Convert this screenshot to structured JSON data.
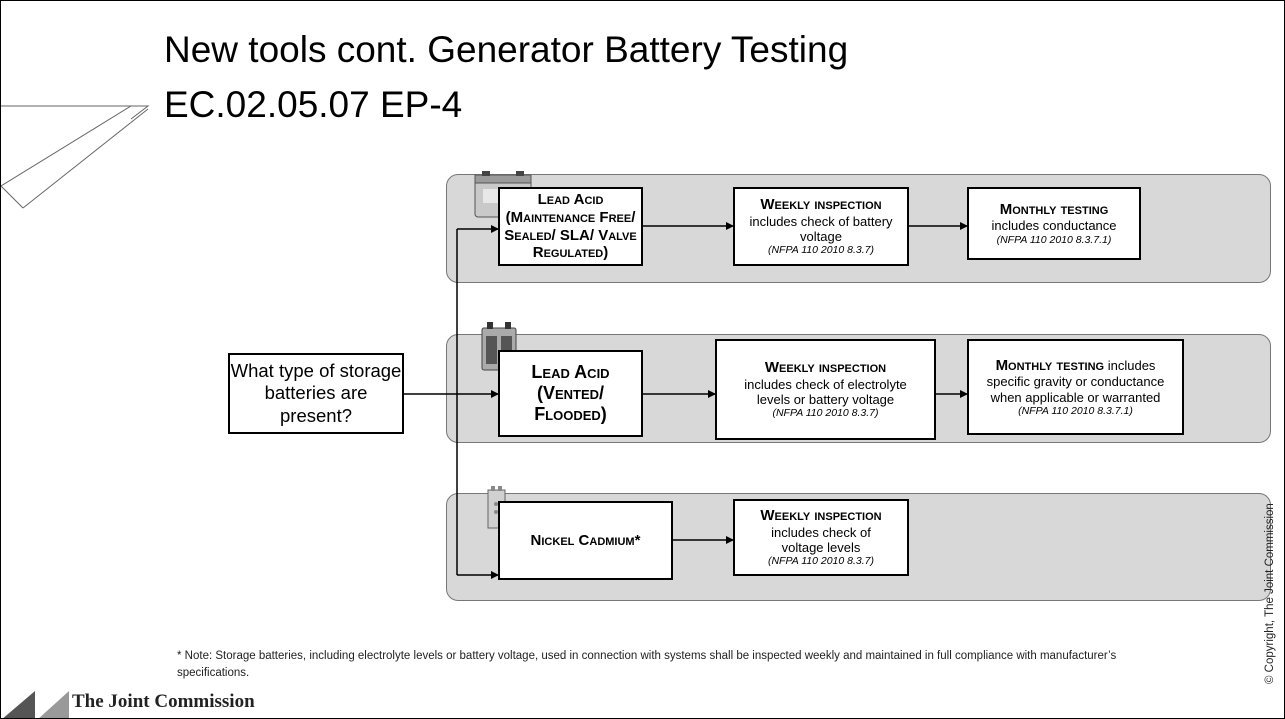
{
  "title": {
    "line1": "New tools cont. Generator Battery Testing",
    "line2": "EC.02.05.07 EP-4"
  },
  "question": {
    "text": "What type of storage batteries are present?"
  },
  "rows": [
    {
      "battery_type": "Lead Acid (Maintenance Free/ Sealed/ SLA/ Valve Regulated)",
      "weekly": {
        "heading": "Weekly inspection",
        "body": "includes check of battery voltage",
        "ref": "NFPA 110 2010 8.3.7"
      },
      "monthly": {
        "heading": "Monthly testing",
        "body": "includes conductance",
        "ref": "NFPA 110 2010 8.3.7.1"
      }
    },
    {
      "battery_type": "Lead Acid (Vented/ Flooded)",
      "weekly": {
        "heading": "Weekly inspection",
        "body": "includes check of electrolyte levels or battery voltage",
        "ref": "NFPA 110 2010 8.3.7"
      },
      "monthly": {
        "heading": "Monthly testing",
        "body": "includes specific gravity or conductance when applicable or warranted",
        "ref": "NFPA 110 2010 8.3.7.1"
      }
    },
    {
      "battery_type": "Nickel Cadmium*",
      "weekly": {
        "heading": "Weekly inspection",
        "body": "includes check of voltage levels",
        "ref": "NFPA 110 2010 8.3.7"
      }
    }
  ],
  "note": "* Note: Storage batteries, including electrolyte levels or battery voltage, used in connection with systems shall be inspected weekly and maintained in full compliance with manufacturer’s specifications.",
  "logo": {
    "text": "The Joint Commission"
  },
  "copyright": "© Copyright, The Joint Commission",
  "colors": {
    "band_fill": "#d8d8d8",
    "box_border": "#000000"
  }
}
